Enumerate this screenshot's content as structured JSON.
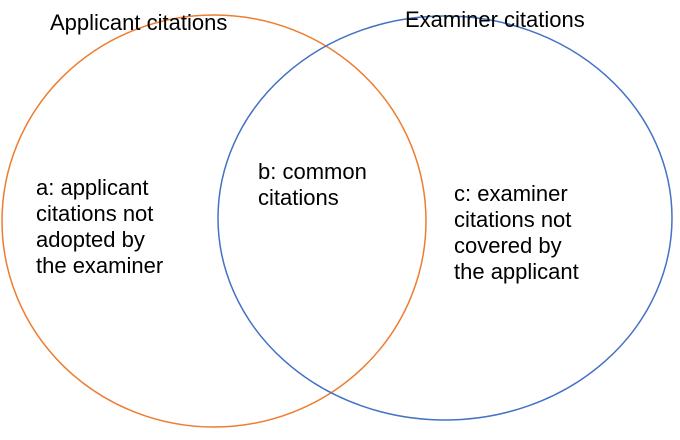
{
  "diagram": {
    "sets": [
      {
        "name": "Applicant citations",
        "color": "#ED7D31"
      },
      {
        "name": "Examiner citations",
        "color": "#4472C4"
      }
    ],
    "regions": {
      "a": "a: applicant\ncitations not\nadopted by\nthe examiner",
      "b": "b: common\ncitations",
      "c": "c: examiner\ncitations not\ncovered by\nthe applicant"
    }
  }
}
